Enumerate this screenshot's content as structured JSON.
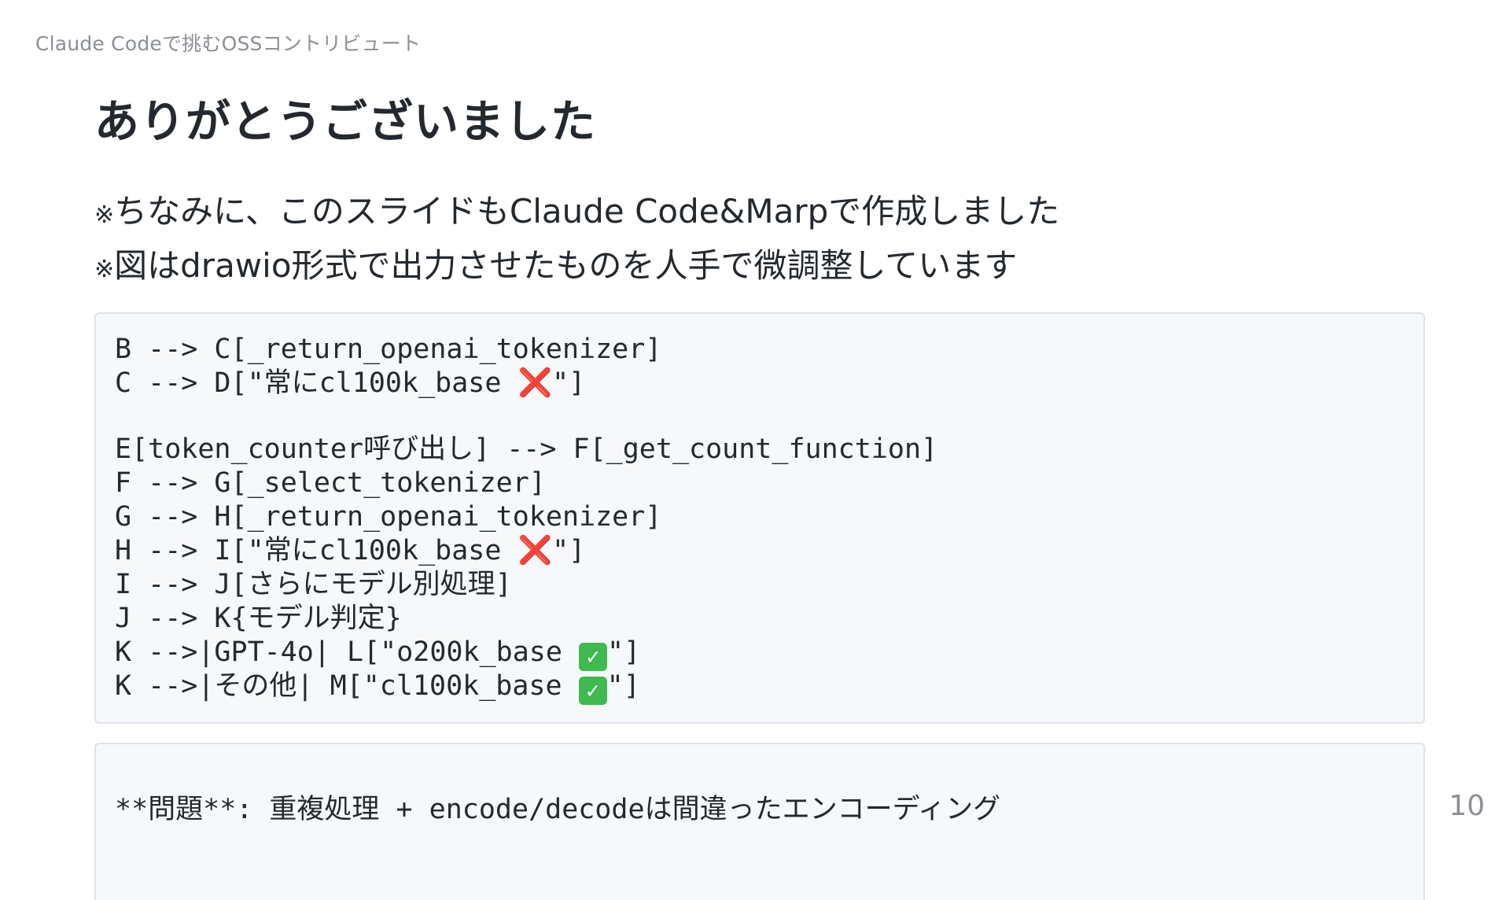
{
  "header": {
    "title": "Claude Codeで挑むOSSコントリビュート"
  },
  "slide": {
    "title": "ありがとうございました",
    "page_number": "10",
    "notes": [
      {
        "mark": "※",
        "text": "ちなみに、このスライドもClaude Code&Marpで作成しました"
      },
      {
        "mark": "※",
        "text": "図はdrawio形式で出力させたものを人手で微調整しています"
      }
    ]
  },
  "code_block_1": {
    "lines": [
      {
        "pre": "B --> C[_return_openai_tokenizer]",
        "icon": "",
        "post": ""
      },
      {
        "pre": "C --> D[\"常にcl100k_base ",
        "icon": "cross-mark-icon",
        "icon_text": "❌",
        "post": "\"]"
      },
      {
        "pre": "",
        "icon": "",
        "post": ""
      },
      {
        "pre": "E[token_counter呼び出し] --> F[_get_count_function]",
        "icon": "",
        "post": ""
      },
      {
        "pre": "F --> G[_select_tokenizer]",
        "icon": "",
        "post": ""
      },
      {
        "pre": "G --> H[_return_openai_tokenizer]",
        "icon": "",
        "post": ""
      },
      {
        "pre": "H --> I[\"常にcl100k_base ",
        "icon": "cross-mark-icon",
        "icon_text": "❌",
        "post": "\"]"
      },
      {
        "pre": "I --> J[さらにモデル別処理]",
        "icon": "",
        "post": ""
      },
      {
        "pre": "J --> K{モデル判定}",
        "icon": "",
        "post": ""
      },
      {
        "pre": "K -->|GPT-4o| L[\"o200k_base ",
        "icon": "check-mark-icon",
        "icon_text": "✓",
        "post": "\"]"
      },
      {
        "pre": "K -->|その他| M[\"cl100k_base ",
        "icon": "check-mark-icon",
        "icon_text": "✓",
        "post": "\"]"
      }
    ]
  },
  "code_block_2": {
    "lines": [
      {
        "pre": "**問題**: 重複処理 + encode/decodeは間違ったエンコーディング"
      }
    ]
  },
  "colors": {
    "cross_mark": "#d1242f",
    "check_mark": "#3fb950",
    "code_background": "#f6f8fa"
  }
}
